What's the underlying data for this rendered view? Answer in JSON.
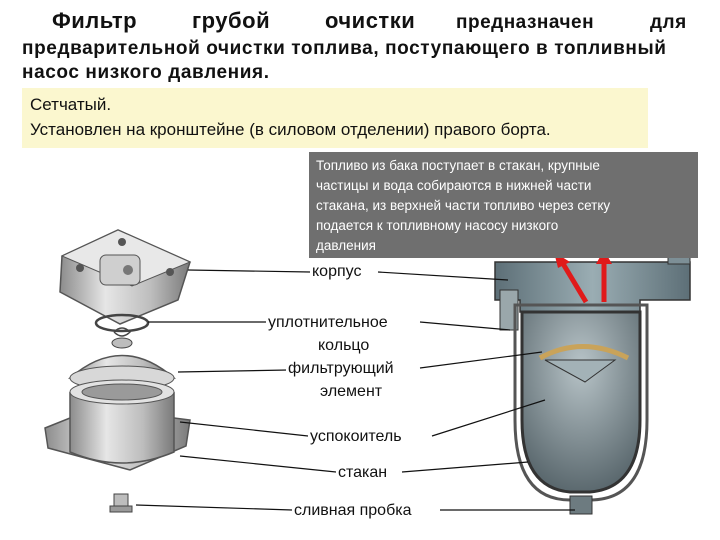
{
  "title": {
    "word1": "Фильтр",
    "word2": "грубой",
    "word3": "очистки",
    "word4": "предназначен",
    "word5": "для",
    "line2": "предварительной очистки топлива, поступающего в топливный",
    "line3": "насос низкого давления."
  },
  "note": {
    "line1": "Сетчатый.",
    "line2": "Установлен на кронштейне   (в силовом отделении) правого борта."
  },
  "description": {
    "lines": [
      "Топливо из бака поступает в стакан, крупные",
      "частицы и вода собираются в нижней части",
      "стакана, из верхней части топливо через сетку",
      "подается к топливному насосу низкого",
      "давления"
    ]
  },
  "labels": {
    "korpus": "корпус",
    "ring1": "уплотнительное",
    "ring2": "кольцо",
    "filter1": "фильтрующий",
    "filter2": "элемент",
    "calmer": "успокоитель",
    "cup": "стакан",
    "plug": "сливная пробка"
  },
  "colors": {
    "note_bg": "#fbf7cf",
    "desc_bg": "#6f6f6f",
    "metal": "#c9c9c9",
    "section": "#7d8f96",
    "arrow_red": "#e01a1a"
  }
}
